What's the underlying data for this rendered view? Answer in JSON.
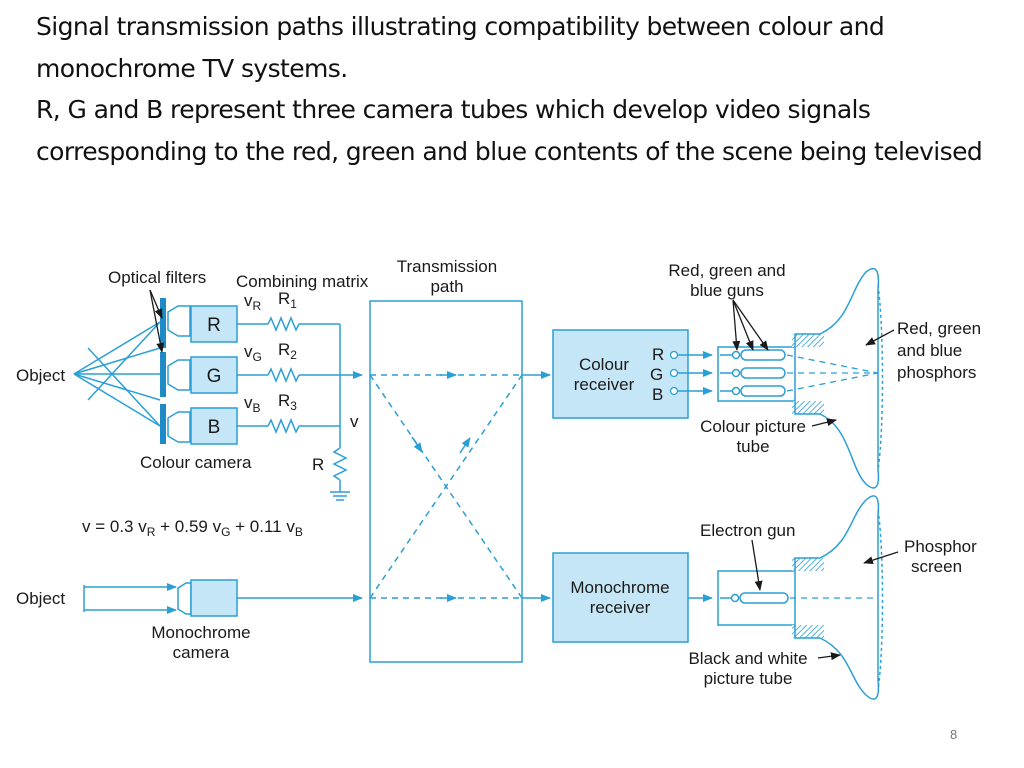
{
  "heading": {
    "line1": "Signal transmission paths illustrating compatibility between colour and monochrome TV systems.",
    "line2": "R, G and B represent three camera tubes which develop video signals corresponding to the red, green and blue contents of the scene being televised"
  },
  "diagram": {
    "object_colour": "Object",
    "object_mono": "Object",
    "optical_filters": "Optical filters",
    "combining_matrix": "Combining matrix",
    "tube_r": "R",
    "tube_g": "G",
    "tube_b": "B",
    "v_r": "v",
    "v_r_sub": "R",
    "v_g": "v",
    "v_g_sub": "G",
    "v_b": "v",
    "v_b_sub": "B",
    "r1": "R",
    "r1_sub": "1",
    "r2": "R",
    "r2_sub": "2",
    "r3": "R",
    "r3_sub": "3",
    "v_node": "v",
    "r_ground": "R",
    "colour_camera": "Colour camera",
    "equation": {
      "p1": "v = 0.3 v",
      "s1": "R",
      "p2": " + 0.59 v",
      "s2": "G",
      "p3": " + 0.11 v",
      "s3": "B"
    },
    "monochrome_camera_line1": "Monochrome",
    "monochrome_camera_line2": "camera",
    "transmission_path_line1": "Transmission",
    "transmission_path_line2": "path",
    "colour_receiver_line1": "Colour",
    "colour_receiver_line2": "receiver",
    "output_r": "R",
    "output_g": "G",
    "output_b": "B",
    "monochrome_receiver_line1": "Monochrome",
    "monochrome_receiver_line2": "receiver",
    "rgb_guns_line1": "Red, green and",
    "rgb_guns_line2": "blue guns",
    "colour_picture_tube_line1": "Colour picture",
    "colour_picture_tube_line2": "tube",
    "rgb_phosphors_line1": "Red, green",
    "rgb_phosphors_line2": "and blue",
    "rgb_phosphors_line3": "phosphors",
    "electron_gun": "Electron gun",
    "phosphor_screen_line1": "Phosphor",
    "phosphor_screen_line2": "screen",
    "bw_tube_line1": "Black and white",
    "bw_tube_line2": "picture tube"
  },
  "page_number": "8",
  "colors": {
    "stroke": "#2a9fd6",
    "box_fill": "#c5e6f6",
    "filter": "#1e8bc7",
    "text": "#1a1a1a"
  }
}
